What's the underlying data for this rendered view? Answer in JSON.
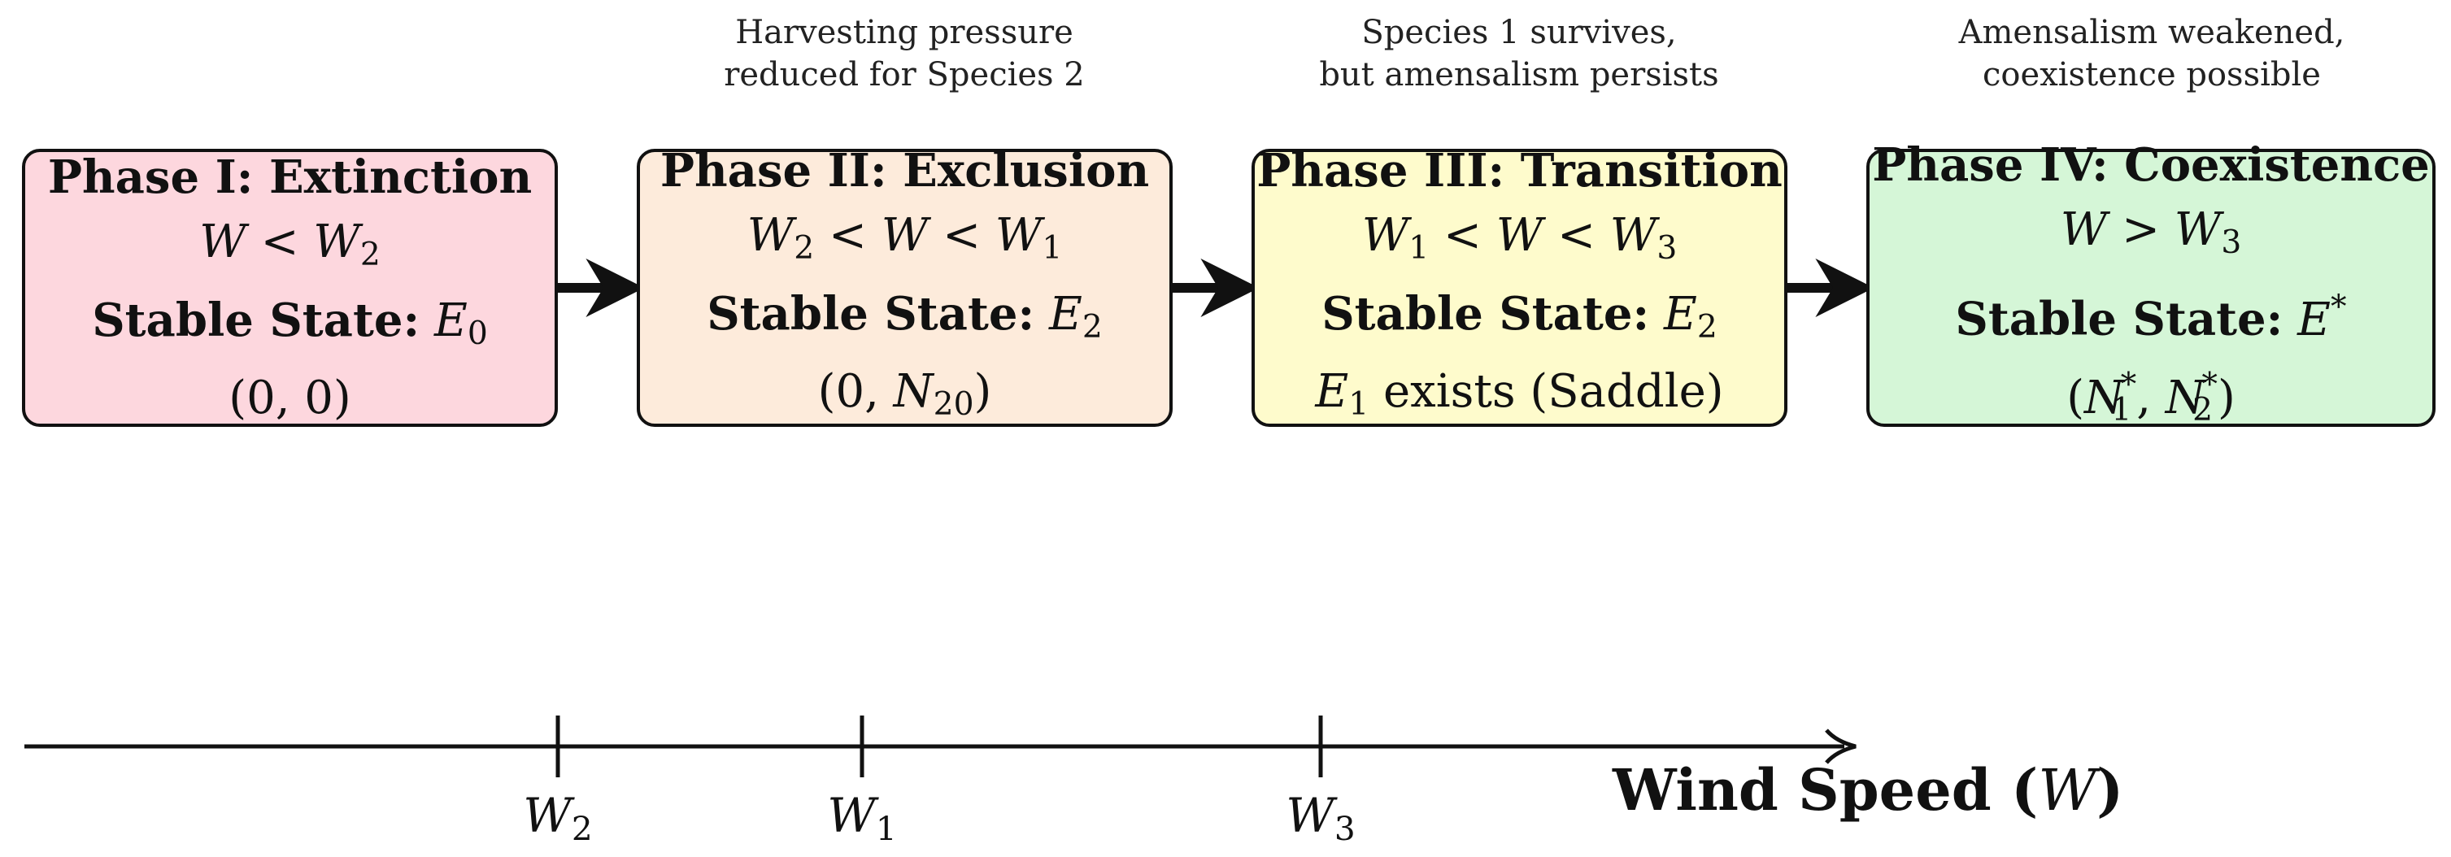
{
  "annotations": {
    "phase2": "Harvesting pressure\nreduced for Species 2",
    "phase3": "Species 1 survives,\nbut amensalism persists",
    "phase4": "Amensalism weakened,\ncoexistence possible"
  },
  "phases": [
    {
      "title": "Phase I: Extinction",
      "stable_label": "Stable State:",
      "color": "#FDD7DE"
    },
    {
      "title": "Phase II: Exclusion",
      "stable_label": "Stable State:",
      "color": "#FDEBDB"
    },
    {
      "title": "Phase III: Transition",
      "stable_label": "Stable State:",
      "extra_text": "exists (Saddle)",
      "color": "#FEFBCC"
    },
    {
      "title": "Phase IV: Coexistence",
      "stable_label": "Stable State:",
      "color": "#D5F6D7"
    }
  ],
  "axis": {
    "label_prefix": "Wind Speed (",
    "label_symbol": "W",
    "label_suffix": ")",
    "tick_symbol": "W",
    "ticks": [
      "2",
      "1",
      "3"
    ]
  },
  "colors": {
    "stroke": "#111111",
    "annotation_text": "#222222"
  }
}
